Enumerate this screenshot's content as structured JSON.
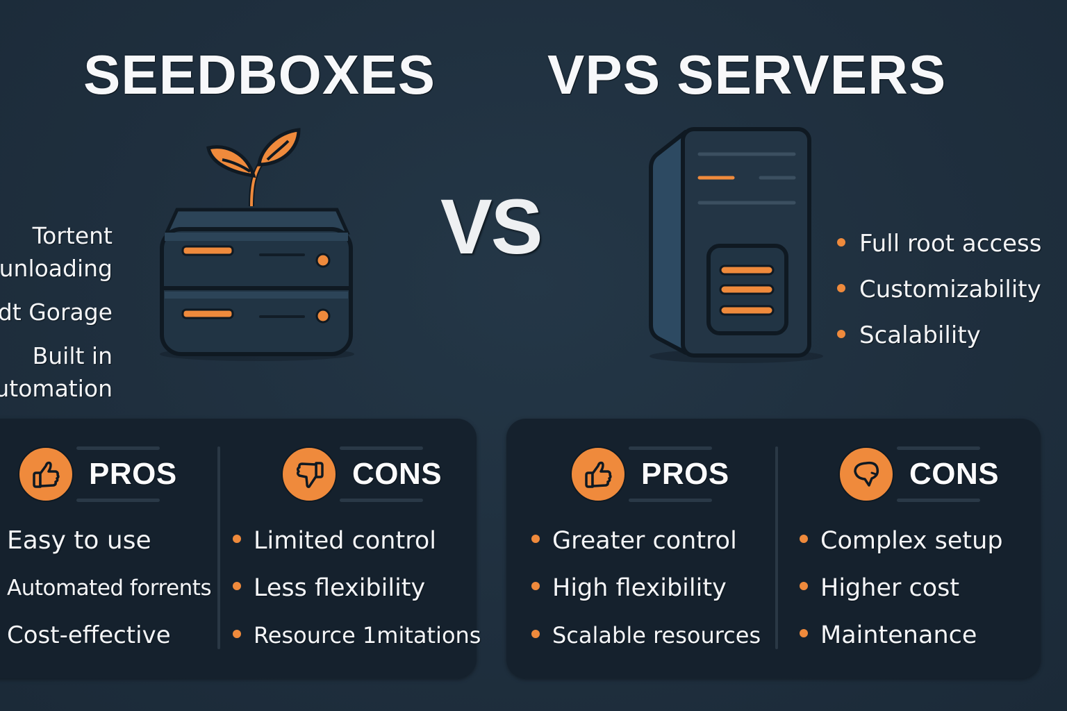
{
  "header": {
    "left_title": "SEEDBOXES",
    "right_title": "VPS SERVERS",
    "vs_label": "VS"
  },
  "seedbox": {
    "icon": "seedbox-server-sprout-icon",
    "features": [
      "Tortent",
      "unloading",
      "dt Gorage",
      "Built in",
      "utomation"
    ],
    "pros": {
      "label": "PROS",
      "icon": "thumbs-up-icon",
      "items": [
        "Easy to use",
        "Automated forrents",
        "Cost-effective"
      ]
    },
    "cons": {
      "label": "CONS",
      "icon": "thumbs-down-icon",
      "items": [
        "Limited control",
        "Less flexibility",
        "Resource 1mitations"
      ]
    }
  },
  "vps": {
    "icon": "vps-tower-server-icon",
    "features": [
      "Full root access",
      "Customizability",
      "Scalability"
    ],
    "pros": {
      "label": "PROS",
      "icon": "thumbs-up-icon",
      "items": [
        "Greater control",
        "High flexibility",
        "Scalable resources"
      ]
    },
    "cons": {
      "label": "CONS",
      "icon": "thumbs-down-icon",
      "items": [
        "Complex setup",
        "Higher cost",
        "Maintenance"
      ]
    }
  },
  "colors": {
    "background": "#1f2f3e",
    "panel": "#15212d",
    "accent": "#ef8a3c",
    "text": "#f4f5f7",
    "server_body": "#243646",
    "server_side": "#2d4a62"
  }
}
